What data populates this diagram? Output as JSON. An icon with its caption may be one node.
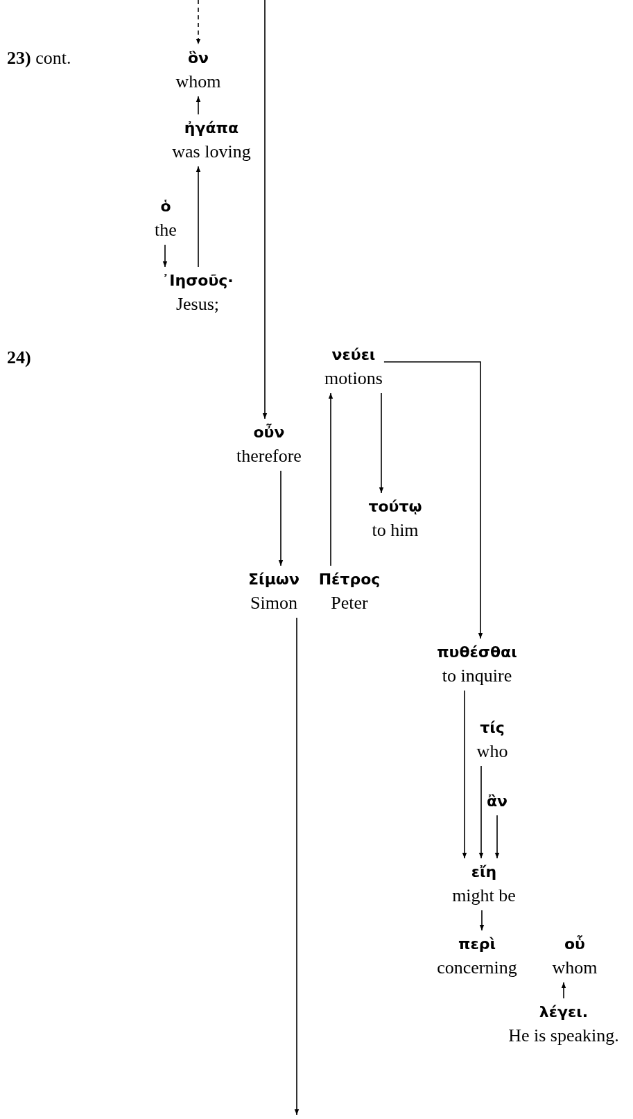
{
  "diagram": {
    "nodes": [
      {
        "text": [
          "ὃν",
          "whom"
        ]
      },
      {
        "text": [
          "ἠγάπα",
          "was loving"
        ]
      },
      {
        "text": [
          "ὁ",
          "the"
        ]
      },
      {
        "text": [
          "᾿Ιησοῦς·",
          "Jesus;"
        ]
      },
      {
        "text": [
          "νεύει",
          "motions"
        ]
      },
      {
        "text": [
          "οὖν",
          "therefore"
        ]
      },
      {
        "text": [
          "τούτῳ",
          "to him"
        ]
      },
      {
        "text": [
          "Σίμων",
          "Simon"
        ]
      },
      {
        "text": [
          "Πέτρος",
          "Peter"
        ]
      },
      {
        "text": [
          "πυθέσθαι",
          "to inquire"
        ]
      },
      {
        "text": [
          "τίς",
          "who"
        ]
      },
      {
        "text": [
          "ἂν"
        ]
      },
      {
        "text": [
          "εἴη",
          "might be"
        ]
      },
      {
        "text": [
          "περὶ",
          "concerning"
        ]
      },
      {
        "text": [
          "οὗ",
          "whom"
        ]
      },
      {
        "text": [
          "λέγει.",
          "He is speaking."
        ]
      }
    ],
    "edges": [
      {
        "from": null,
        "to": 0,
        "arrow": "to",
        "style": "dashed"
      },
      {
        "from": null,
        "to": 5,
        "arrow": "to"
      },
      {
        "from": 1,
        "to": 0,
        "arrow": "to"
      },
      {
        "from": 3,
        "to": 1,
        "arrow": "to"
      },
      {
        "from": 2,
        "to": 3,
        "arrow": "to"
      },
      {
        "from": 8,
        "to": 4,
        "arrow": "to"
      },
      {
        "from": 4,
        "to": 6,
        "arrow": "to"
      },
      {
        "from": 4,
        "to": 9,
        "arrow": "to"
      },
      {
        "from": 5,
        "to": 7,
        "arrow": "to"
      },
      {
        "from": 7,
        "to": null,
        "arrow": "to"
      },
      {
        "from": 9,
        "to": 12,
        "arrow": "to"
      },
      {
        "from": 10,
        "to": 12,
        "arrow": "to"
      },
      {
        "from": 11,
        "to": 12,
        "arrow": "to"
      },
      {
        "from": 12,
        "to": 13,
        "arrow": "to"
      },
      {
        "from": 15,
        "to": 14,
        "arrow": "to"
      }
    ],
    "labels": [
      "**23)** cont.",
      "24)"
    ]
  }
}
